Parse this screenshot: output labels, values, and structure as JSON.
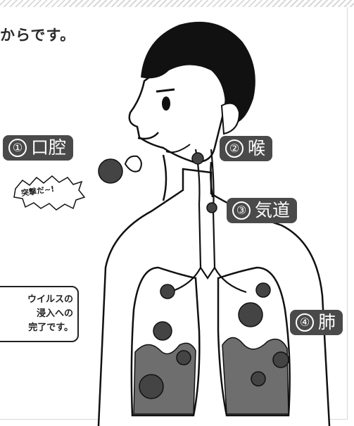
{
  "page": {
    "heading": "からです。",
    "shout": "突撃だ~!",
    "note_lines": [
      "ウイルスの",
      "浸入への",
      "完了です。"
    ]
  },
  "labels": [
    {
      "num": "①",
      "text": "口腔"
    },
    {
      "num": "②",
      "text": "喉"
    },
    {
      "num": "③",
      "text": "気道"
    },
    {
      "num": "④",
      "text": "肺"
    }
  ],
  "colors": {
    "label_bg": "#4a4a4a",
    "infected_fill": "#6e6e6e",
    "virus": "#444444",
    "skin": "#ffffff",
    "hair": "#111111"
  }
}
